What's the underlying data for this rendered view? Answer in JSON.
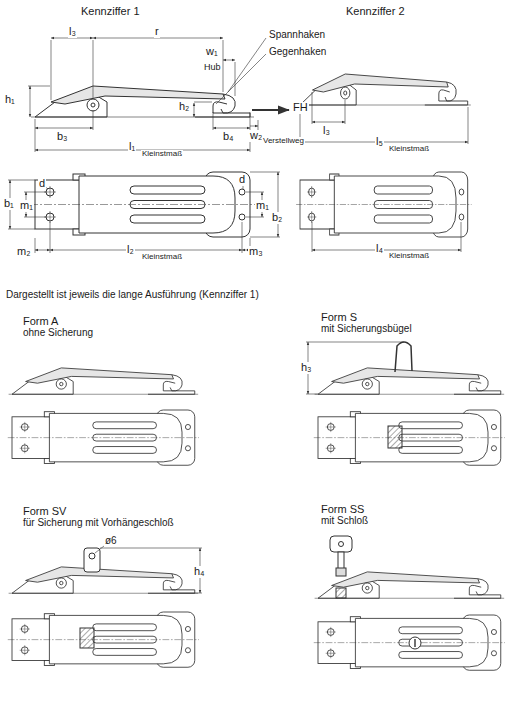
{
  "diagram": {
    "labels": [
      "Kennziffer 1",
      "Spannhaken",
      "Gegenhaken",
      "l₃",
      "r",
      "w₁",
      "Hub",
      "h₁",
      "h₂",
      "FH",
      "b₃",
      "b₄",
      "w₂",
      "Verstellweg",
      "l₁",
      "Kleinstmaß",
      "b₁",
      "m₁",
      "d",
      "d",
      "m₁",
      "b₂",
      "m₂",
      "l₂",
      "Kleinstmaß",
      "m₃",
      "Kennziffer 2",
      "l₃",
      "l₅",
      "Kleinstmaß",
      "l₄",
      "Kleinstmaß",
      "Dargestellt ist jeweils die lange Ausführung (Kennziffer 1)",
      "Form A",
      "ohne Sicherung",
      "Form S",
      "mit Sicherungsbügel",
      "h₃",
      "Form SV",
      "für Sicherung mit Vorhängeschloß",
      "ø6",
      "h₄",
      "Form SS",
      "mit Schloß"
    ]
  }
}
